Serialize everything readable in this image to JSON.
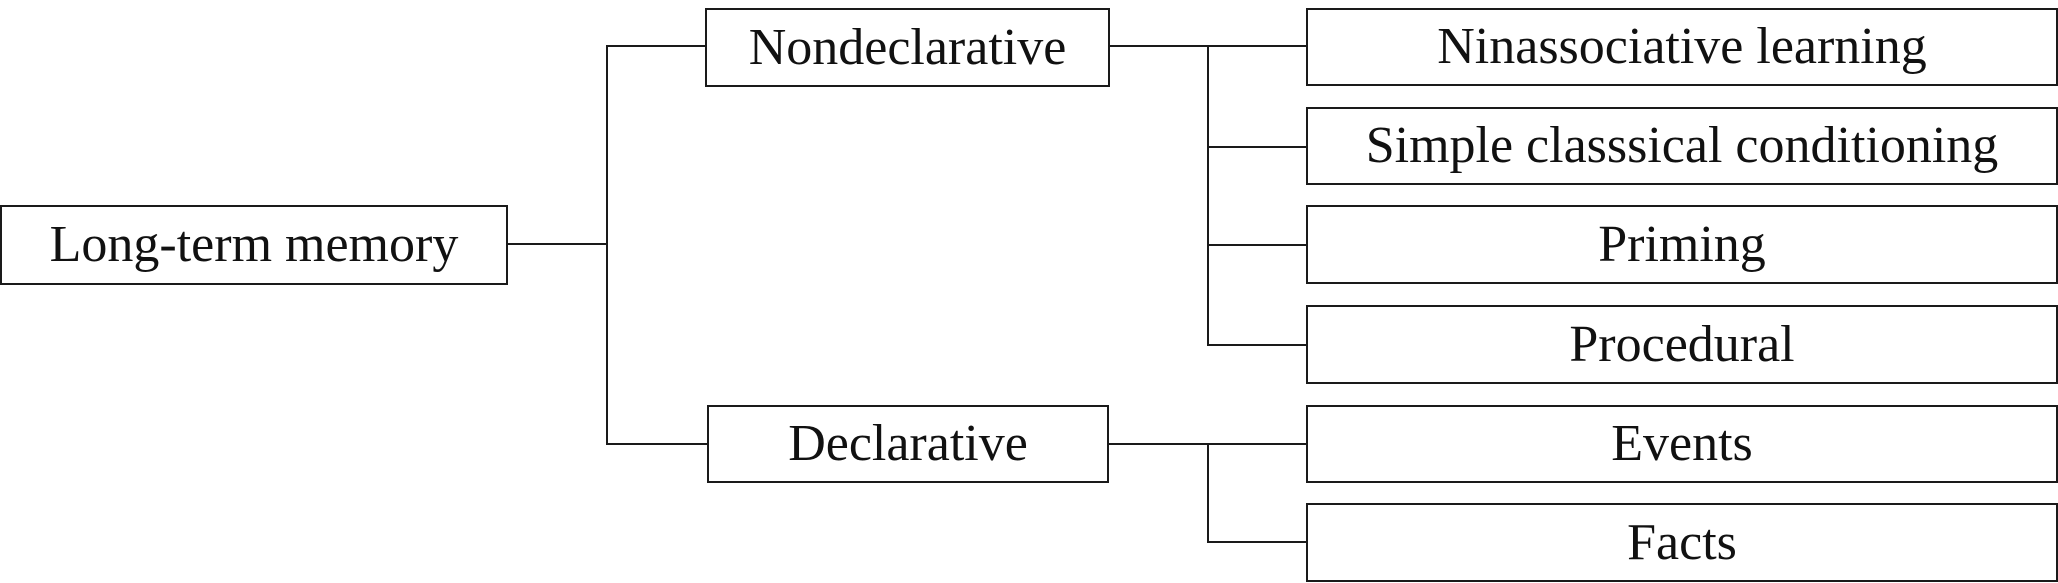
{
  "diagram": {
    "root": {
      "label": "Long-term memory"
    },
    "nondeclarative": {
      "label": "Nondeclarative",
      "children": [
        "Ninassociative learning",
        "Simple classsical conditioning",
        "Priming",
        "Procedural"
      ]
    },
    "declarative": {
      "label": "Declarative",
      "children": [
        "Events",
        "Facts"
      ]
    }
  }
}
